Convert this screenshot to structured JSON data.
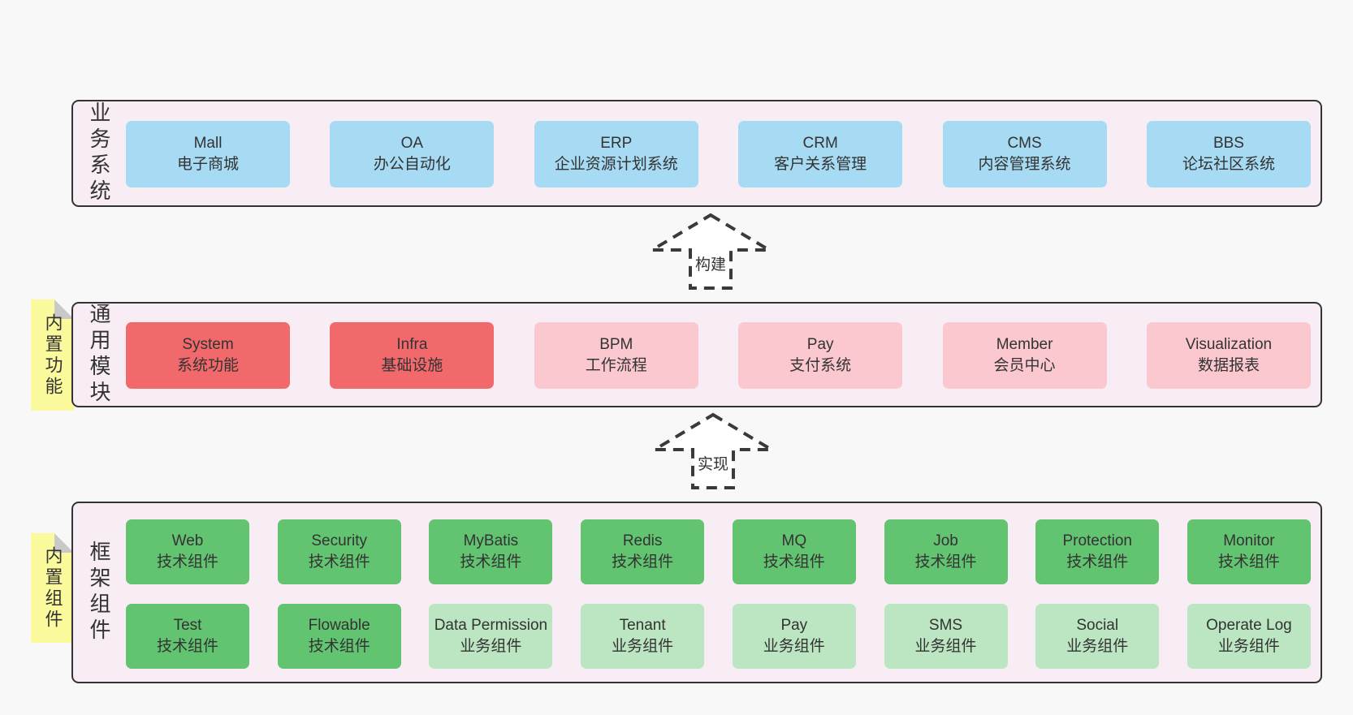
{
  "colors": {
    "page_bg": "#f8f8f8",
    "container_bg": "#f8edf5",
    "container_border": "#333333",
    "text": "#333333",
    "blue": "#a7daf3",
    "red": "#f2696c",
    "pink": "#fbc8d0",
    "green": "#62c370",
    "light_green": "#bce5c2",
    "note_bg": "#fbfb9e",
    "note_fold": "#c9c9c9",
    "arrow_stroke": "#3a3a3a",
    "arrow_fill": "#ffffff"
  },
  "layers": [
    {
      "id": "business-systems",
      "label": "业务系统",
      "note": null,
      "rows": [
        [
          {
            "en": "Mall",
            "zh": "电子商城",
            "color": "blue"
          },
          {
            "en": "OA",
            "zh": "办公自动化",
            "color": "blue"
          },
          {
            "en": "ERP",
            "zh": "企业资源计划系统",
            "color": "blue"
          },
          {
            "en": "CRM",
            "zh": "客户关系管理",
            "color": "blue"
          },
          {
            "en": "CMS",
            "zh": "内容管理系统",
            "color": "blue"
          },
          {
            "en": "BBS",
            "zh": "论坛社区系统",
            "color": "blue"
          }
        ]
      ]
    },
    {
      "id": "common-modules",
      "label": "通用模块",
      "note": "内置功能",
      "rows": [
        [
          {
            "en": "System",
            "zh": "系统功能",
            "color": "red"
          },
          {
            "en": "Infra",
            "zh": "基础设施",
            "color": "red"
          },
          {
            "en": "BPM",
            "zh": "工作流程",
            "color": "pink"
          },
          {
            "en": "Pay",
            "zh": "支付系统",
            "color": "pink"
          },
          {
            "en": "Member",
            "zh": "会员中心",
            "color": "pink"
          },
          {
            "en": "Visualization",
            "zh": "数据报表",
            "color": "pink"
          }
        ]
      ]
    },
    {
      "id": "framework-components",
      "label": "框架组件",
      "note": "内置组件",
      "rows": [
        [
          {
            "en": "Web",
            "zh": "技术组件",
            "color": "green"
          },
          {
            "en": "Security",
            "zh": "技术组件",
            "color": "green"
          },
          {
            "en": "MyBatis",
            "zh": "技术组件",
            "color": "green"
          },
          {
            "en": "Redis",
            "zh": "技术组件",
            "color": "green"
          },
          {
            "en": "MQ",
            "zh": "技术组件",
            "color": "green"
          },
          {
            "en": "Job",
            "zh": "技术组件",
            "color": "green"
          },
          {
            "en": "Protection",
            "zh": "技术组件",
            "color": "green"
          },
          {
            "en": "Monitor",
            "zh": "技术组件",
            "color": "green"
          }
        ],
        [
          {
            "en": "Test",
            "zh": "技术组件",
            "color": "green"
          },
          {
            "en": "Flowable",
            "zh": "技术组件",
            "color": "green"
          },
          {
            "en": "Data Permission",
            "zh": "业务组件",
            "color": "light_green"
          },
          {
            "en": "Tenant",
            "zh": "业务组件",
            "color": "light_green"
          },
          {
            "en": "Pay",
            "zh": "业务组件",
            "color": "light_green"
          },
          {
            "en": "SMS",
            "zh": "业务组件",
            "color": "light_green"
          },
          {
            "en": "Social",
            "zh": "业务组件",
            "color": "light_green"
          },
          {
            "en": "Operate Log",
            "zh": "业务组件",
            "color": "light_green"
          }
        ]
      ]
    }
  ],
  "arrows": [
    {
      "label": "构建"
    },
    {
      "label": "实现"
    }
  ]
}
